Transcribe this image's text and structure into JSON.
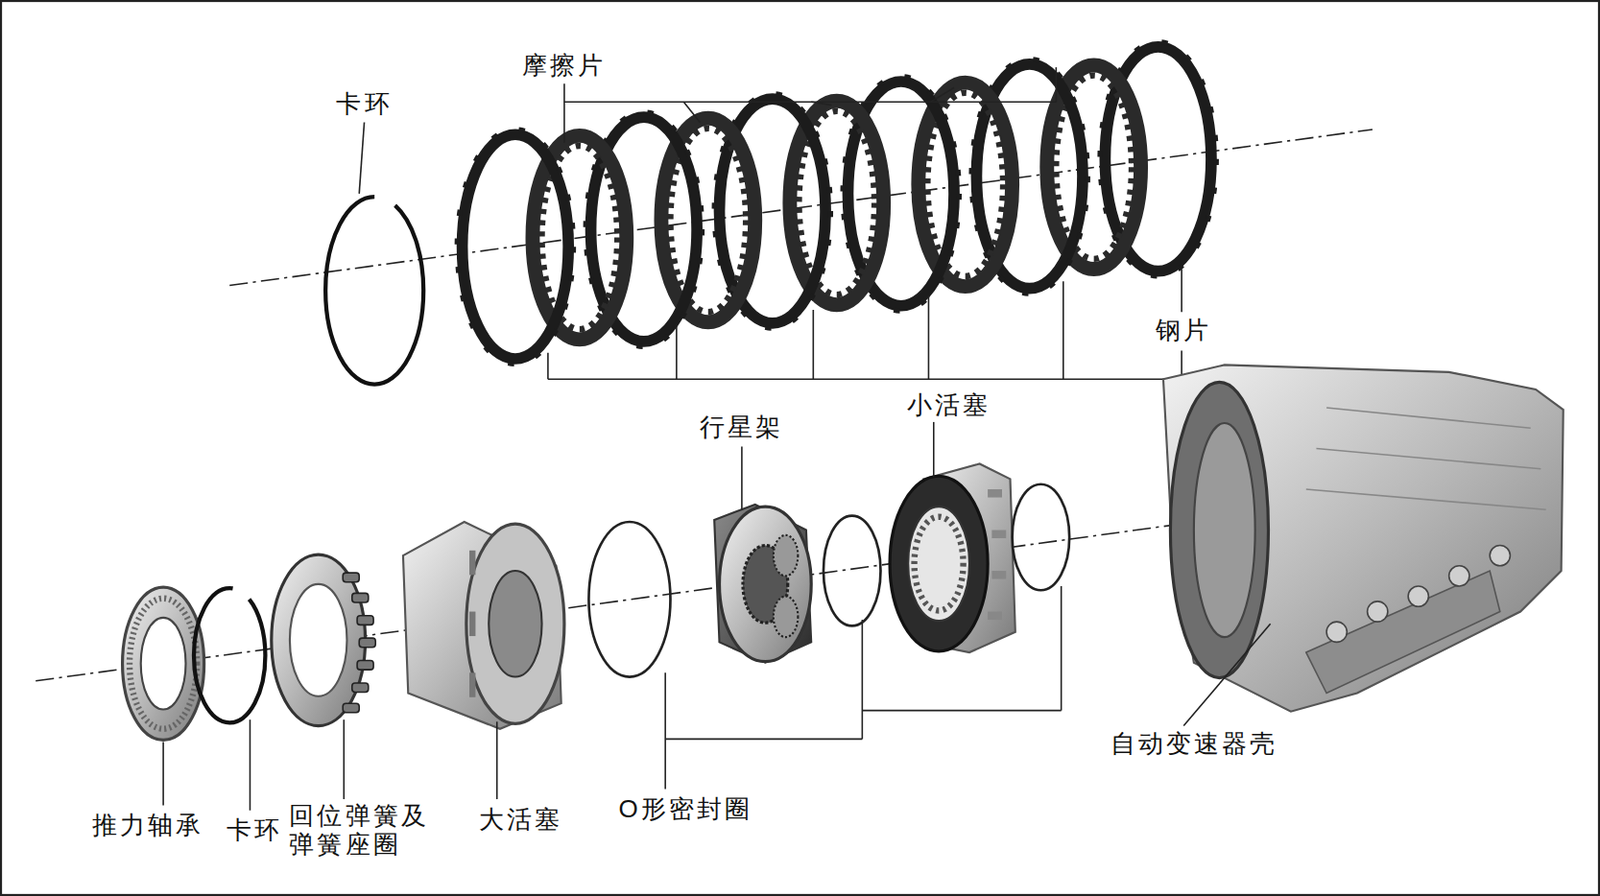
{
  "diagram": {
    "labels": [
      "卡环",
      "摩擦片",
      "钢片",
      "行星架",
      "小活塞",
      "自动变速器壳",
      "推力轴承",
      "卡环",
      "回位弹簧及 弹簧座圈",
      "大活塞",
      "O形密封圈"
    ]
  }
}
